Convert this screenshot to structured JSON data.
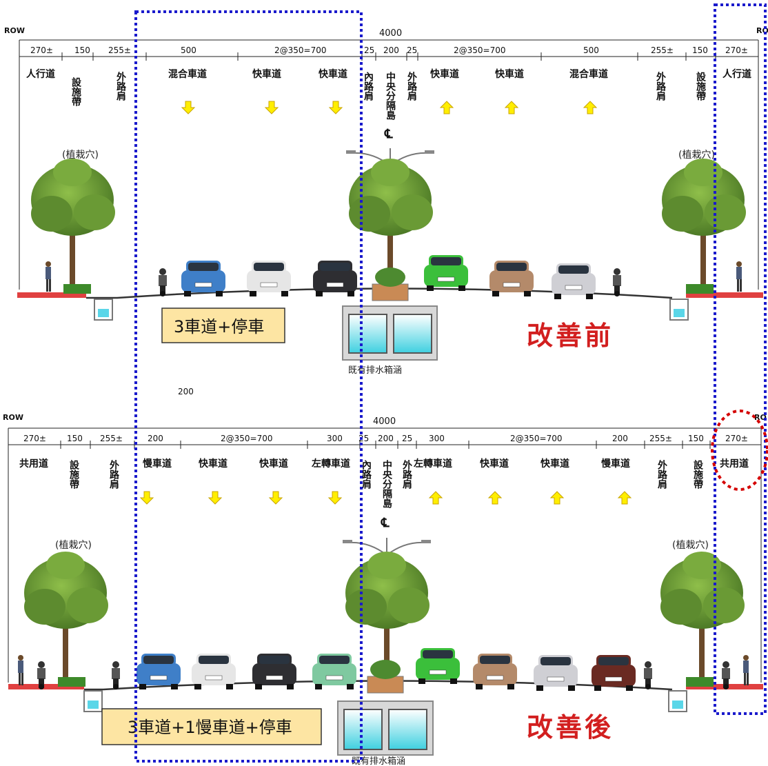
{
  "before": {
    "row_left": "ROW",
    "row_right": "RO",
    "total_width": "4000",
    "dimensions": [
      "270±",
      "150",
      "255±",
      "500",
      "2@350=700",
      "25",
      "200",
      "25",
      "2@350=700",
      "500",
      "255±",
      "150",
      "270±"
    ],
    "labels": {
      "sidewalk_left": "人行道",
      "facility_left": "設施帶",
      "shoulder_left": "外路肩",
      "mixed_left": "混合車道",
      "fast1": "快車道",
      "fast2": "快車道",
      "inner_left": "內路肩",
      "median": "中央分隔島",
      "inner_right": "外路肩",
      "fast3": "快車道",
      "fast4": "快車道",
      "mixed_right": "混合車道",
      "shoulder_right": "外路肩",
      "facility_right": "設施帶",
      "sidewalk_right": "人行道"
    },
    "planting_left": "(植栽穴)",
    "planting_right": "(植栽穴)",
    "centerline": "℄",
    "box_label": "3車道+停車",
    "stamp": "改善前",
    "culvert": "既有排水箱涵"
  },
  "gap_label": "200",
  "after": {
    "row_left": "ROW",
    "row_right": "RO",
    "total_width": "4000",
    "dimensions": [
      "270±",
      "150",
      "255±",
      "200",
      "2@350=700",
      "300",
      "25",
      "200",
      "25",
      "300",
      "2@350=700",
      "200",
      "255±",
      "150",
      "270±"
    ],
    "labels": {
      "shared_left": "共用道",
      "facility_left": "設施帶",
      "shoulder_left": "外路肩",
      "slow_left": "慢車道",
      "fast1": "快車道",
      "fast2": "快車道",
      "turn_left": "左轉車道",
      "inner_left": "內路肩",
      "median": "中央分隔島",
      "inner_right": "外路肩",
      "turn_right": "左轉車道",
      "fast3": "快車道",
      "fast4": "快車道",
      "slow_right": "慢車道",
      "shoulder_right": "外路肩",
      "facility_right": "設施帶",
      "shared_right": "共用道"
    },
    "planting_left": "(植栽穴)",
    "planting_right": "(植栽穴)",
    "centerline": "℄",
    "box_label": "3車道+1慢車道+停車",
    "stamp": "改善後",
    "culvert": "既有排水箱涵"
  },
  "colors": {
    "highlight_blue": "#1a1acc",
    "highlight_red": "#d40000",
    "label_box": "#fde5a3",
    "arrow": "#ffee00",
    "stamp": "#d21f1f"
  }
}
